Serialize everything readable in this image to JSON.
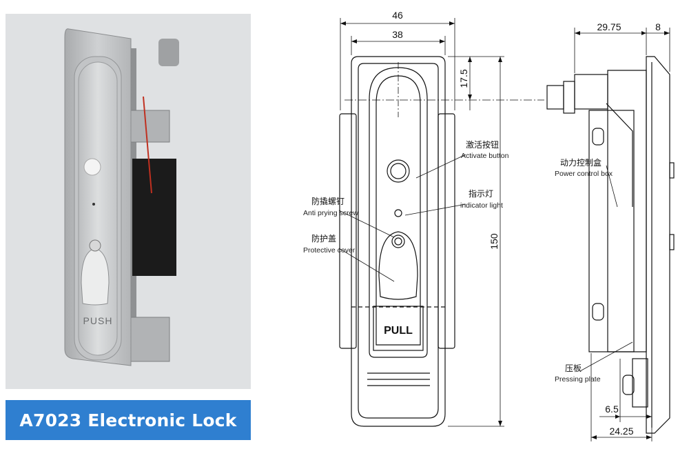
{
  "caption": "A7023 Electronic Lock",
  "photo": {
    "push_text": "PUSH"
  },
  "front_view": {
    "pull_text": "PULL",
    "dims": {
      "outer_width": "46",
      "inner_width": "38",
      "top_offset": "17.5",
      "height": "150"
    }
  },
  "side_view": {
    "dims": {
      "depth": "29.75",
      "flange": "8",
      "plate_offset": "6.5",
      "plate_depth": "24.25"
    }
  },
  "labels": {
    "activate_cn": "激活按钮",
    "activate_en": "Activate button",
    "indicator_cn": "指示灯",
    "indicator_en": "indicator light",
    "antipry_cn": "防撬螺钉",
    "antipry_en": "Anti prying screw",
    "cover_cn": "防护盖",
    "cover_en": "Protective cover",
    "power_cn": "动力控制盒",
    "power_en": "Power control box",
    "plate_cn": "压板",
    "plate_en": "Pressing plate"
  },
  "colors": {
    "caption_bg": "#2f7fd0",
    "photo_bg": "#dfe1e3"
  }
}
